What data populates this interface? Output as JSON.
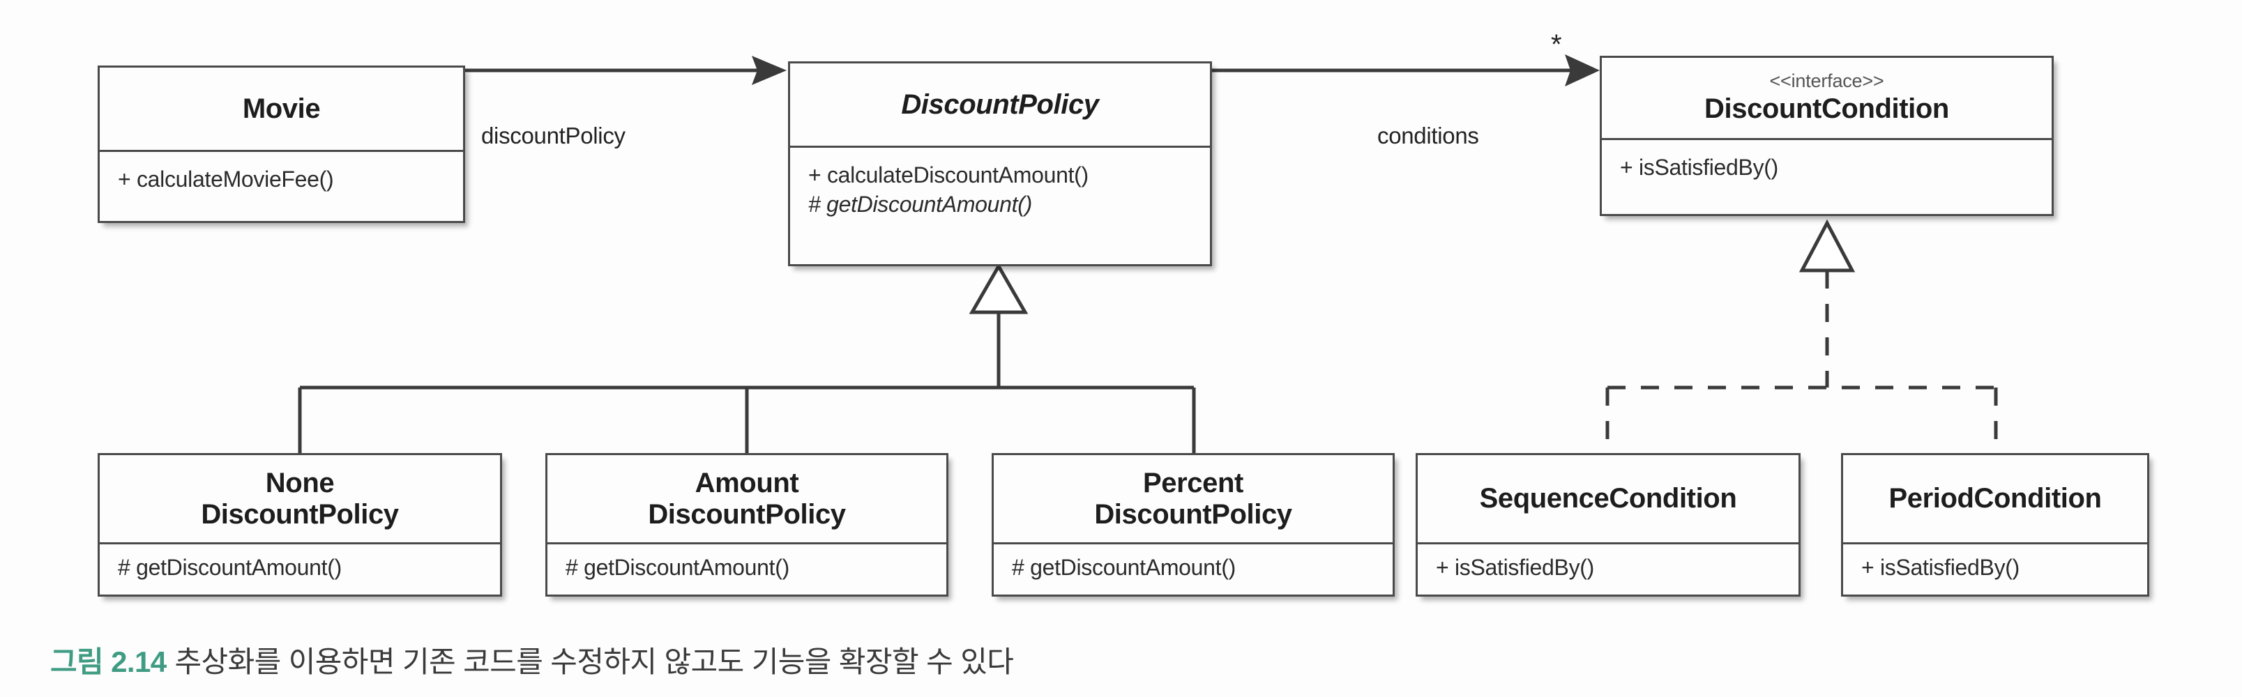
{
  "diagram": {
    "type": "uml-class-diagram",
    "classes": [
      {
        "id": "movie",
        "name": "Movie",
        "stereotype": "",
        "abstract": false,
        "members": [
          "+ calculateMovieFee()"
        ]
      },
      {
        "id": "discount-policy",
        "name": "DiscountPolicy",
        "stereotype": "",
        "abstract": true,
        "members": [
          "+ calculateDiscountAmount()",
          "# getDiscountAmount()"
        ]
      },
      {
        "id": "discount-condition",
        "name": "DiscountCondition",
        "stereotype": "<<interface>>",
        "abstract": false,
        "members": [
          "+ isSatisfiedBy()"
        ]
      },
      {
        "id": "none-discount-policy",
        "name_line1": "None",
        "name_line2": "DiscountPolicy",
        "members": [
          "# getDiscountAmount()"
        ]
      },
      {
        "id": "amount-discount-policy",
        "name_line1": "Amount",
        "name_line2": "DiscountPolicy",
        "members": [
          "# getDiscountAmount()"
        ]
      },
      {
        "id": "percent-discount-policy",
        "name_line1": "Percent",
        "name_line2": "DiscountPolicy",
        "members": [
          "# getDiscountAmount()"
        ]
      },
      {
        "id": "sequence-condition",
        "name": "SequenceCondition",
        "members": [
          "+ isSatisfiedBy()"
        ]
      },
      {
        "id": "period-condition",
        "name": "PeriodCondition",
        "members": [
          "+ isSatisfiedBy()"
        ]
      }
    ],
    "edges": {
      "movie_to_policy_label": "discountPolicy",
      "policy_to_condition_label": "conditions",
      "condition_multiplicity": "*"
    },
    "colors": {
      "line": "#4a4a4a",
      "text": "#1d1d1d",
      "caption_accent": "#3f9c83",
      "box_fill": "#fdfdfd"
    }
  },
  "caption": {
    "figure_number": "그림 2.14",
    "text": "추상화를 이용하면 기존 코드를 수정하지 않고도 기능을 확장할 수 있다"
  }
}
